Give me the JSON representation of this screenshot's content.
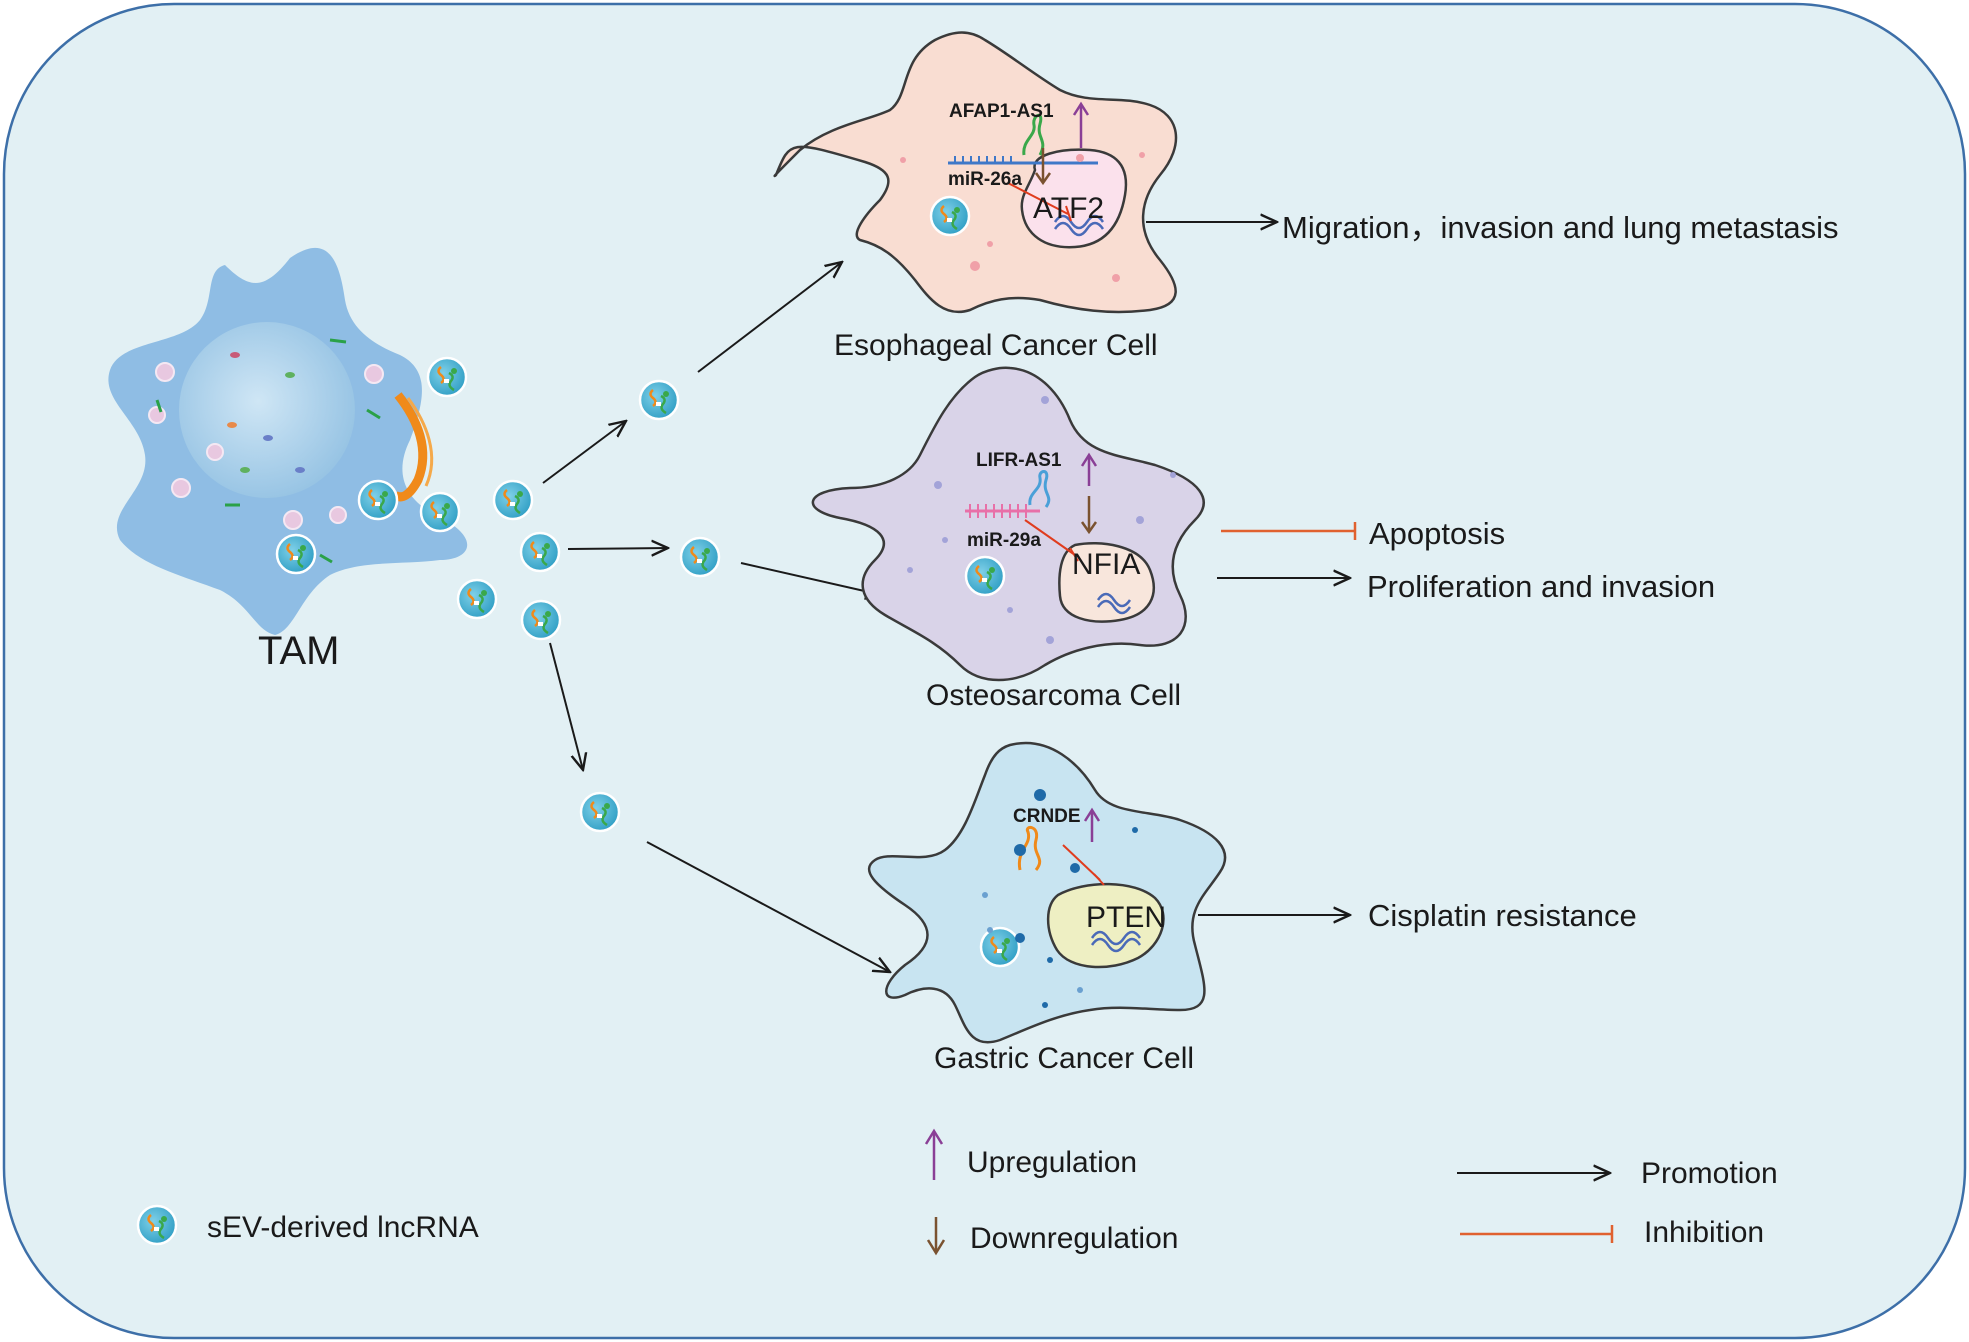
{
  "source_cell": {
    "label": "TAM"
  },
  "target_cells": [
    {
      "label": "Esophageal Cancer Cell",
      "lncrna": "AFAP1-AS1",
      "mirna": "miR-26a",
      "target_gene": "ATF2",
      "effects": [
        {
          "text": "Migration，invasion and lung metastasis",
          "type": "promotion"
        }
      ]
    },
    {
      "label": "Osteosarcoma Cell",
      "lncrna": "LIFR-AS1",
      "mirna": "miR-29a",
      "target_gene": "NFIA",
      "effects": [
        {
          "text": "Apoptosis",
          "type": "inhibition"
        },
        {
          "text": "Proliferation and invasion",
          "type": "promotion"
        }
      ]
    },
    {
      "label": "Gastric Cancer Cell",
      "lncrna": "CRNDE",
      "target_gene": "PTEN",
      "effects": [
        {
          "text": "Cisplatin resistance",
          "type": "promotion"
        }
      ]
    }
  ],
  "legend": {
    "vesicle": "sEV-derived lncRNA",
    "up": "Upregulation",
    "down": "Downregulation",
    "promotion": "Promotion",
    "inhibition": "Inhibition"
  },
  "colors": {
    "background": "#e2f0f4",
    "frame": "#3d6fa8",
    "tam": "#8fbde4",
    "esophageal": "#f9ddd2",
    "osteosarcoma": "#d9d3e8",
    "gastric": "#c8e4f1",
    "up_arrow": "#8a3f96",
    "down_arrow": "#7a5230",
    "inhibition": "#e0612f",
    "promotion": "#1a1a1a"
  }
}
